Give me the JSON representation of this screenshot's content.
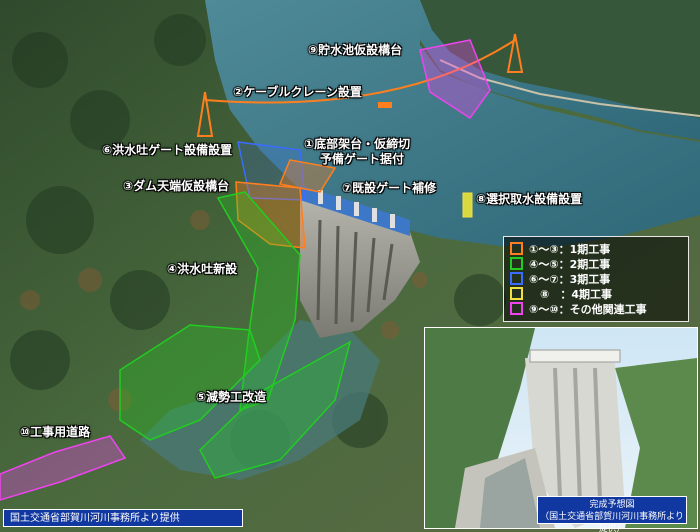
{
  "labels": {
    "l9": "⑨貯水池仮設構台",
    "l2": "②ケーブルクレーン設置",
    "l1a": "①底部架台・仮締切",
    "l1b": "予備ゲート据付",
    "l6": "⑥洪水吐ゲート設備設置",
    "l3": "③ダム天端仮設構台",
    "l7": "⑦既設ゲート補修",
    "l8": "⑧選択取水設備設置",
    "l4": "④洪水吐新設",
    "l5": "⑤減勢工改造",
    "l10": "⑩工事用道路"
  },
  "legend": [
    {
      "text": "①〜③：1期工事",
      "color": "#ff7f1e"
    },
    {
      "text": "④〜⑤：2期工事",
      "color": "#22cc22"
    },
    {
      "text": "⑥〜⑦：3期工事",
      "color": "#3a6cff"
    },
    {
      "text": "　⑧　：4期工事",
      "color": "#f0e040"
    },
    {
      "text": "⑨〜⑩：その他関連工事",
      "color": "#ee44ee"
    }
  ],
  "inset_caption": {
    "line1": "完成予想図",
    "line2": "（国土交通省部賀川河川事務所より提供）"
  },
  "credit": "国土交通省部賀川河川事務所より提供",
  "colors": {
    "phase1": "#ff7f1e",
    "phase2": "#22cc22",
    "phase3": "#3a6cff",
    "phase4": "#f0e040",
    "other": "#ee44ee"
  }
}
